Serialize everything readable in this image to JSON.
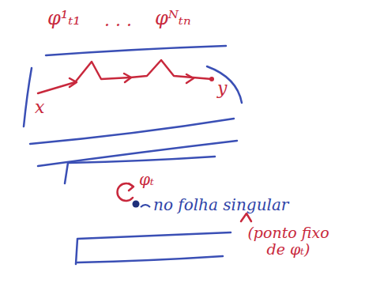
{
  "diagram": {
    "labels": [
      "φ¹ₜ₁",
      "· · ·",
      "φᴺₜₙ",
      "x",
      "y",
      "φₜ",
      "no folha singular",
      "(ponto fixo de φₜ)"
    ]
  }
}
